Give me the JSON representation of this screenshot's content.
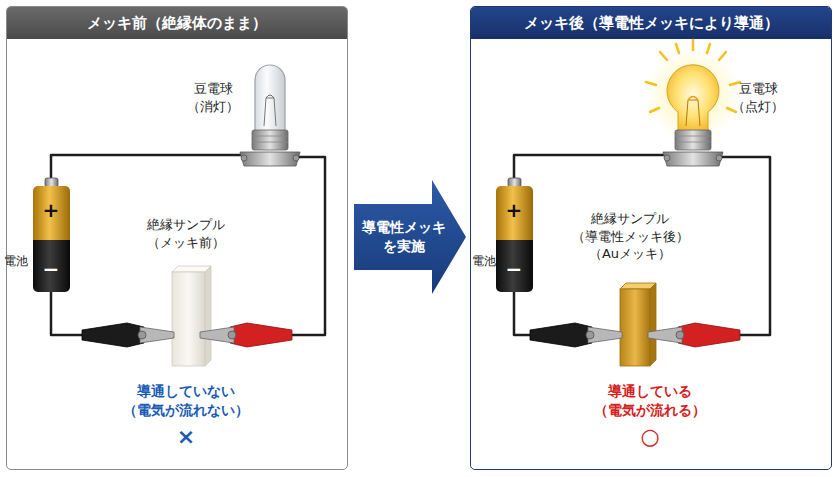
{
  "diagram": {
    "nodes": [
      {
        "text": [
          "メッキ前（絶縁体のまま）"
        ]
      },
      {
        "text": [
          "導電性メッキ を実施"
        ]
      },
      {
        "text": [
          "メッキ後（導電性メッキにより導通）"
        ]
      }
    ],
    "labels": [
      "豆電球 （消灯）",
      "+",
      "−",
      "電池",
      "絶縁サンプル （メッキ前）",
      "導通していない （電気が流れない）",
      "×",
      "豆電球 （点灯）",
      "+",
      "−",
      "電池",
      "絶縁サンプル （導電性メッキ後） （Auメッキ）",
      "導通している （電気が流れる）",
      "○"
    ]
  }
}
